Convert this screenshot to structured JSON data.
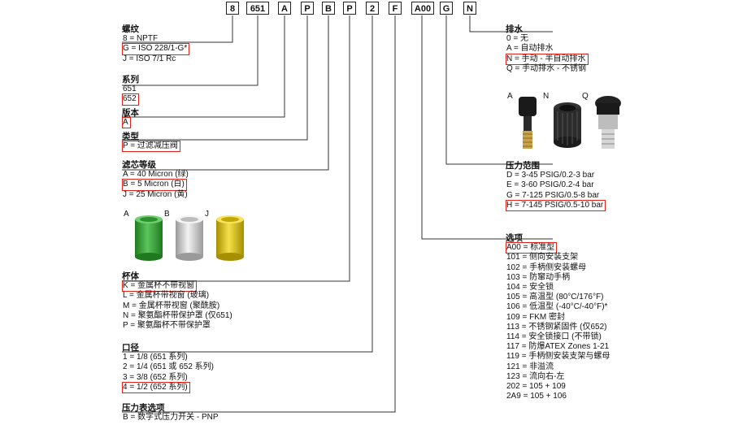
{
  "code": [
    "8",
    "651",
    "A",
    "P",
    "B",
    "P",
    "2",
    "F",
    "A00",
    "G",
    "N"
  ],
  "left": {
    "thread": {
      "title": "螺纹",
      "options": [
        "8 = NPTF",
        "G = ISO 228/1-G*",
        "J = ISO 7/1 Rc"
      ],
      "selected": 1
    },
    "series": {
      "title": "系列",
      "options": [
        "651",
        "652"
      ],
      "selected": 1
    },
    "version": {
      "title": "版本",
      "options": [
        "A"
      ],
      "selected": 0
    },
    "type": {
      "title": "类型",
      "options": [
        "P = 过滤减压阀"
      ],
      "selected": 0
    },
    "filter": {
      "title": "滤芯等级",
      "options": [
        "A = 40 Micron (绿)",
        "B = 5 Micron (白)",
        "J = 25 Micron (黄)"
      ],
      "selected": 1,
      "images": [
        {
          "label": "A",
          "color": "#3bb33b"
        },
        {
          "label": "B",
          "color": "#dcdcdc"
        },
        {
          "label": "J",
          "color": "#e4cf1a"
        }
      ]
    },
    "bowl": {
      "title": "杯体",
      "options": [
        "K = 金属杯不带视窗",
        "L = 金属杯带视窗 (玻璃)",
        "M = 金属杯带视窗 (聚酰胺)",
        "N = 聚氨酯杯带保护罩 (仅651)",
        "P = 聚氨酯杯不带保护罩"
      ],
      "selected": 0
    },
    "port": {
      "title": "口径",
      "options": [
        "1 = 1/8 (651 系列)",
        "2 = 1/4 (651 或 652 系列)",
        "3 = 3/8 (652 系列)",
        "4 = 1/2 (652 系列)"
      ],
      "selected": 3
    },
    "gauge": {
      "title": "压力表选项",
      "options": [
        "B = 数字式压力开关 - PNP"
      ],
      "selected": -1
    }
  },
  "right": {
    "drain": {
      "title": "排水",
      "options": [
        "0 = 无",
        "A = 自动排水",
        "N = 手动 - 半自动排水",
        "Q = 手动排水 - 不锈钢"
      ],
      "selected": 2,
      "images": [
        {
          "label": "A"
        },
        {
          "label": "N"
        },
        {
          "label": "Q"
        }
      ]
    },
    "pressure": {
      "title": "压力范围",
      "options": [
        "D = 3-45 PSIG/0.2-3 bar",
        "E = 3-60 PSIG/0.2-4 bar",
        "G = 7-125 PSIG/0.5-8 bar",
        "H = 7-145 PSIG/0.5-10 bar"
      ],
      "selected": 3
    },
    "options": {
      "title": "选项",
      "options": [
        "A00 = 标准型",
        "101 = 侧向安装支架",
        "102 = 手柄侧安装螺母",
        "103 = 防窜动手柄",
        "104 = 安全锁",
        "105 = 高温型 (80°C/176°F)",
        "106 = 低温型 (-40°C/-40°F)*",
        "109 = FKM 密封",
        "113 = 不锈钢紧固件 (仅652)",
        "114 = 安全锁接口 (不带锁)",
        "117 = 防爆ATEX Zones 1-21",
        "119 = 手柄侧安装支架与螺母",
        "121 = 非溢流",
        "123 = 流向右-左",
        "202 = 105 + 109",
        "2A9 = 105 + 106"
      ],
      "selected": 0
    }
  },
  "colors": {
    "highlight": "#e2231a",
    "line": "#333333"
  }
}
